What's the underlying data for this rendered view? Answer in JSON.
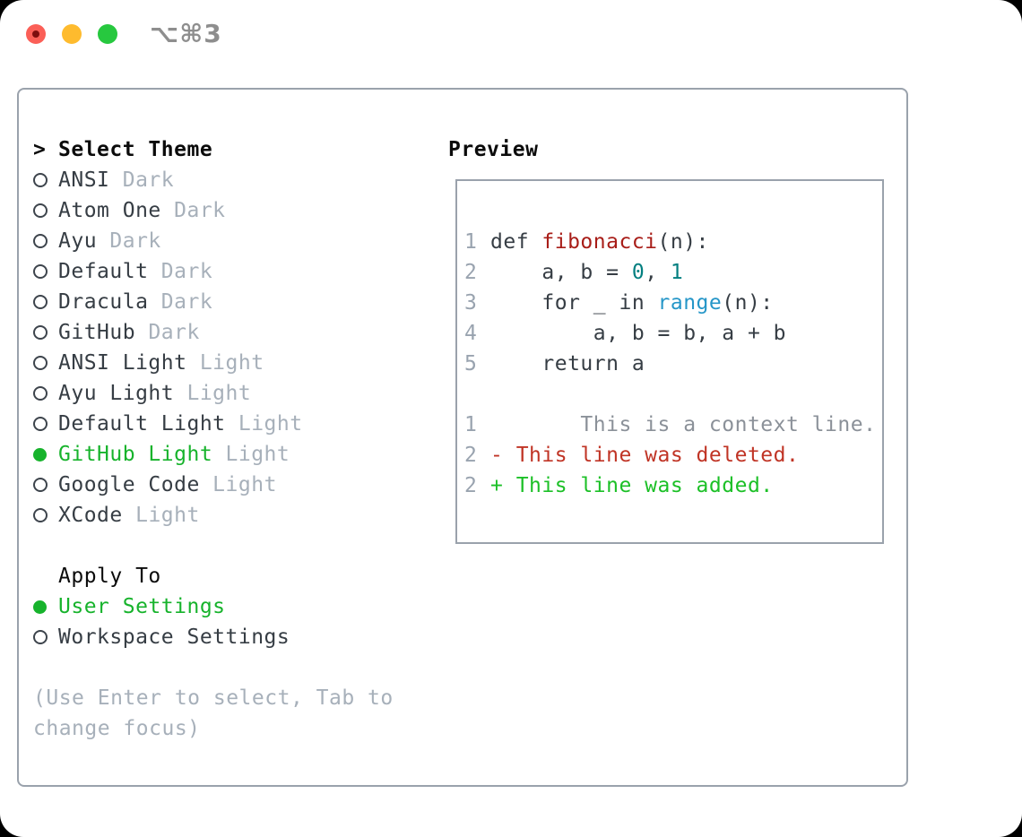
{
  "window": {
    "title": "⌥⌘3",
    "traffic_lights": [
      "close",
      "minimize",
      "zoom"
    ]
  },
  "theme_picker": {
    "prompt_marker": ">",
    "prompt": "Select Theme",
    "themes": [
      {
        "name": "ANSI",
        "variant": "Dark",
        "selected": false
      },
      {
        "name": "Atom One",
        "variant": "Dark",
        "selected": false
      },
      {
        "name": "Ayu",
        "variant": "Dark",
        "selected": false
      },
      {
        "name": "Default",
        "variant": "Dark",
        "selected": false
      },
      {
        "name": "Dracula",
        "variant": "Dark",
        "selected": false
      },
      {
        "name": "GitHub",
        "variant": "Dark",
        "selected": false
      },
      {
        "name": "ANSI Light",
        "variant": "Light",
        "selected": false
      },
      {
        "name": "Ayu Light",
        "variant": "Light",
        "selected": false
      },
      {
        "name": "Default Light",
        "variant": "Light",
        "selected": false
      },
      {
        "name": "GitHub Light",
        "variant": "Light",
        "selected": true
      },
      {
        "name": "Google Code",
        "variant": "Light",
        "selected": false
      },
      {
        "name": "XCode",
        "variant": "Light",
        "selected": false
      }
    ],
    "apply_to": {
      "label": "Apply To",
      "options": [
        {
          "name": "User Settings",
          "selected": true
        },
        {
          "name": "Workspace Settings",
          "selected": false
        }
      ]
    },
    "hint_line1": "(Use Enter to select, Tab to",
    "hint_line2": "change focus)"
  },
  "preview": {
    "title": "Preview",
    "code_lines": [
      {
        "num": "1",
        "tokens": [
          {
            "t": "def ",
            "c": "plain"
          },
          {
            "t": "fibonacci",
            "c": "title"
          },
          {
            "t": "(n):",
            "c": "plain"
          }
        ]
      },
      {
        "num": "2",
        "tokens": [
          {
            "t": "    a, b = ",
            "c": "plain"
          },
          {
            "t": "0",
            "c": "number"
          },
          {
            "t": ", ",
            "c": "plain"
          },
          {
            "t": "1",
            "c": "number"
          }
        ]
      },
      {
        "num": "3",
        "tokens": [
          {
            "t": "    for _ in ",
            "c": "plain"
          },
          {
            "t": "range",
            "c": "builtin"
          },
          {
            "t": "(n):",
            "c": "plain"
          }
        ]
      },
      {
        "num": "4",
        "tokens": [
          {
            "t": "        a, b = b, a + b",
            "c": "plain"
          }
        ]
      },
      {
        "num": "5",
        "tokens": [
          {
            "t": "    return a",
            "c": "plain"
          }
        ]
      },
      {
        "num": "",
        "tokens": []
      },
      {
        "num": "1",
        "tokens": [
          {
            "t": "       This is a context line.",
            "c": "context"
          }
        ]
      },
      {
        "num": "2",
        "tokens": [
          {
            "t": "- This line was deleted.",
            "c": "deleted"
          }
        ]
      },
      {
        "num": "2",
        "tokens": [
          {
            "t": "+ This line was added.",
            "c": "added"
          }
        ]
      }
    ]
  },
  "colors": {
    "selected_green": "#17b32c",
    "added_green": "#1cc027",
    "deleted_red": "#c03425",
    "function_red": "#a81d18",
    "number_teal": "#037f80",
    "builtin_blue": "#2596c8",
    "muted_gray": "#a7b0ba",
    "line_number_gray": "#99a3af",
    "border_gray": "#9aa2ac",
    "traffic_red": "#fb5f57",
    "traffic_yellow": "#febb2e",
    "traffic_green": "#27c83f"
  }
}
